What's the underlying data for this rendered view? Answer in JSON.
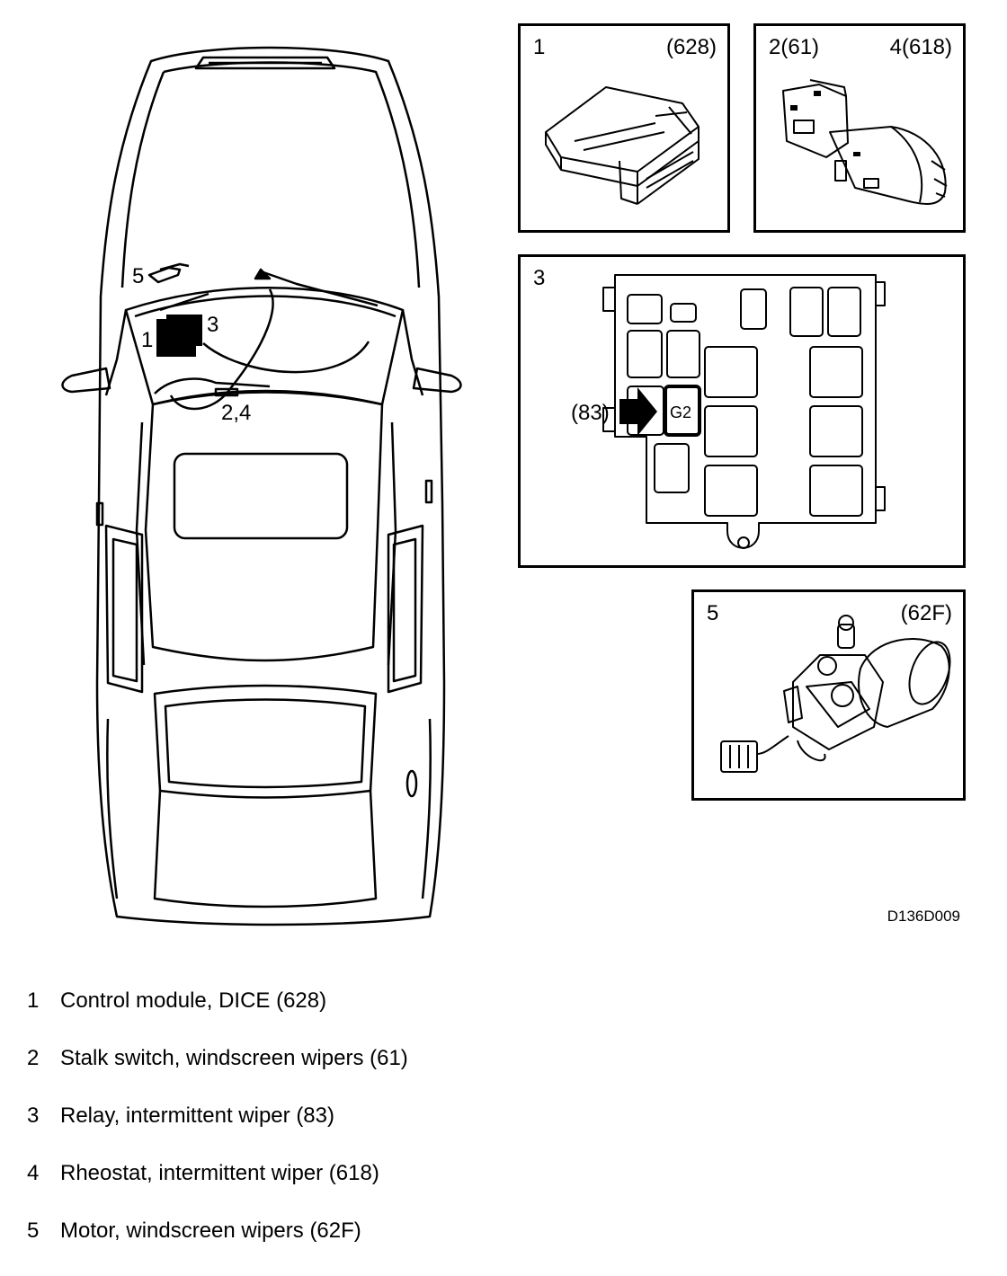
{
  "diagram_code": "D136D009",
  "car_callouts": {
    "c5": "5",
    "c1": "1",
    "c3": "3",
    "c24": "2,4"
  },
  "panels": {
    "p1": {
      "left": "1",
      "right": "(628)"
    },
    "p2": {
      "left": "2(61)",
      "right": "4(618)"
    },
    "p3": {
      "left": "3",
      "relay_code": "(83)",
      "relay_label": "G2"
    },
    "p5": {
      "left": "5",
      "right": "(62F)"
    }
  },
  "legend": [
    {
      "num": "1",
      "text": "Control module, DICE (628)"
    },
    {
      "num": "2",
      "text": "Stalk switch, windscreen wipers (61)"
    },
    {
      "num": "3",
      "text": "Relay, intermittent wiper (83)"
    },
    {
      "num": "4",
      "text": "Rheostat, intermittent wiper (618)"
    },
    {
      "num": "5",
      "text": "Motor, windscreen wipers (62F)"
    }
  ]
}
